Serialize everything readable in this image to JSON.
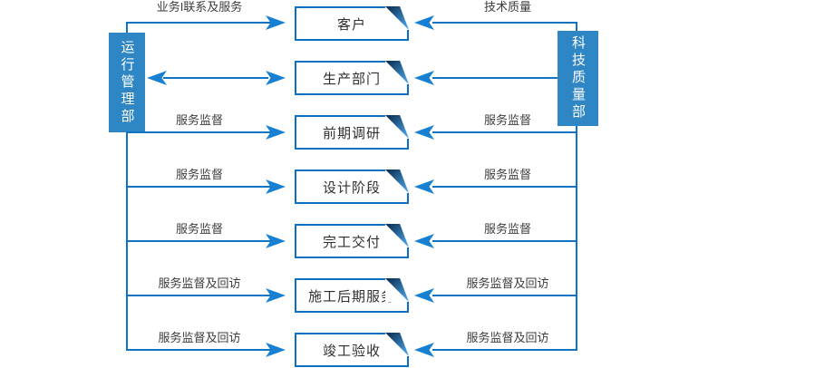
{
  "departments": {
    "left": "运行管理部",
    "right": "科技质量部"
  },
  "flow": {
    "rows": [
      {
        "node": "客户",
        "left_label": "业务I联系及服务",
        "right_label": "技术质量"
      },
      {
        "node": "生产部门"
      },
      {
        "node": "前期调研",
        "left_label": "服务监督",
        "right_label": "服务监督"
      },
      {
        "node": "设计阶段",
        "left_label": "服务监督",
        "right_label": "服务监督"
      },
      {
        "node": "完工交付",
        "left_label": "服务监督",
        "right_label": "服务监督"
      },
      {
        "node": "施工后期服务",
        "left_label": "服务监督及回访",
        "right_label": "服务监督及回访"
      },
      {
        "node": "竣工验收",
        "left_label": "服务监督及回访",
        "right_label": "服务监督及回访"
      }
    ]
  },
  "colors": {
    "department_fill": "#2E86C5",
    "node_border": "#0D6FC0",
    "node_text": "#2F2F2F",
    "line": "#1173C3",
    "arrowhead": "#1780D2",
    "fold_dark": "#0D3056",
    "fold_light": "#4296D6",
    "label_text": "#3C3C3C"
  }
}
